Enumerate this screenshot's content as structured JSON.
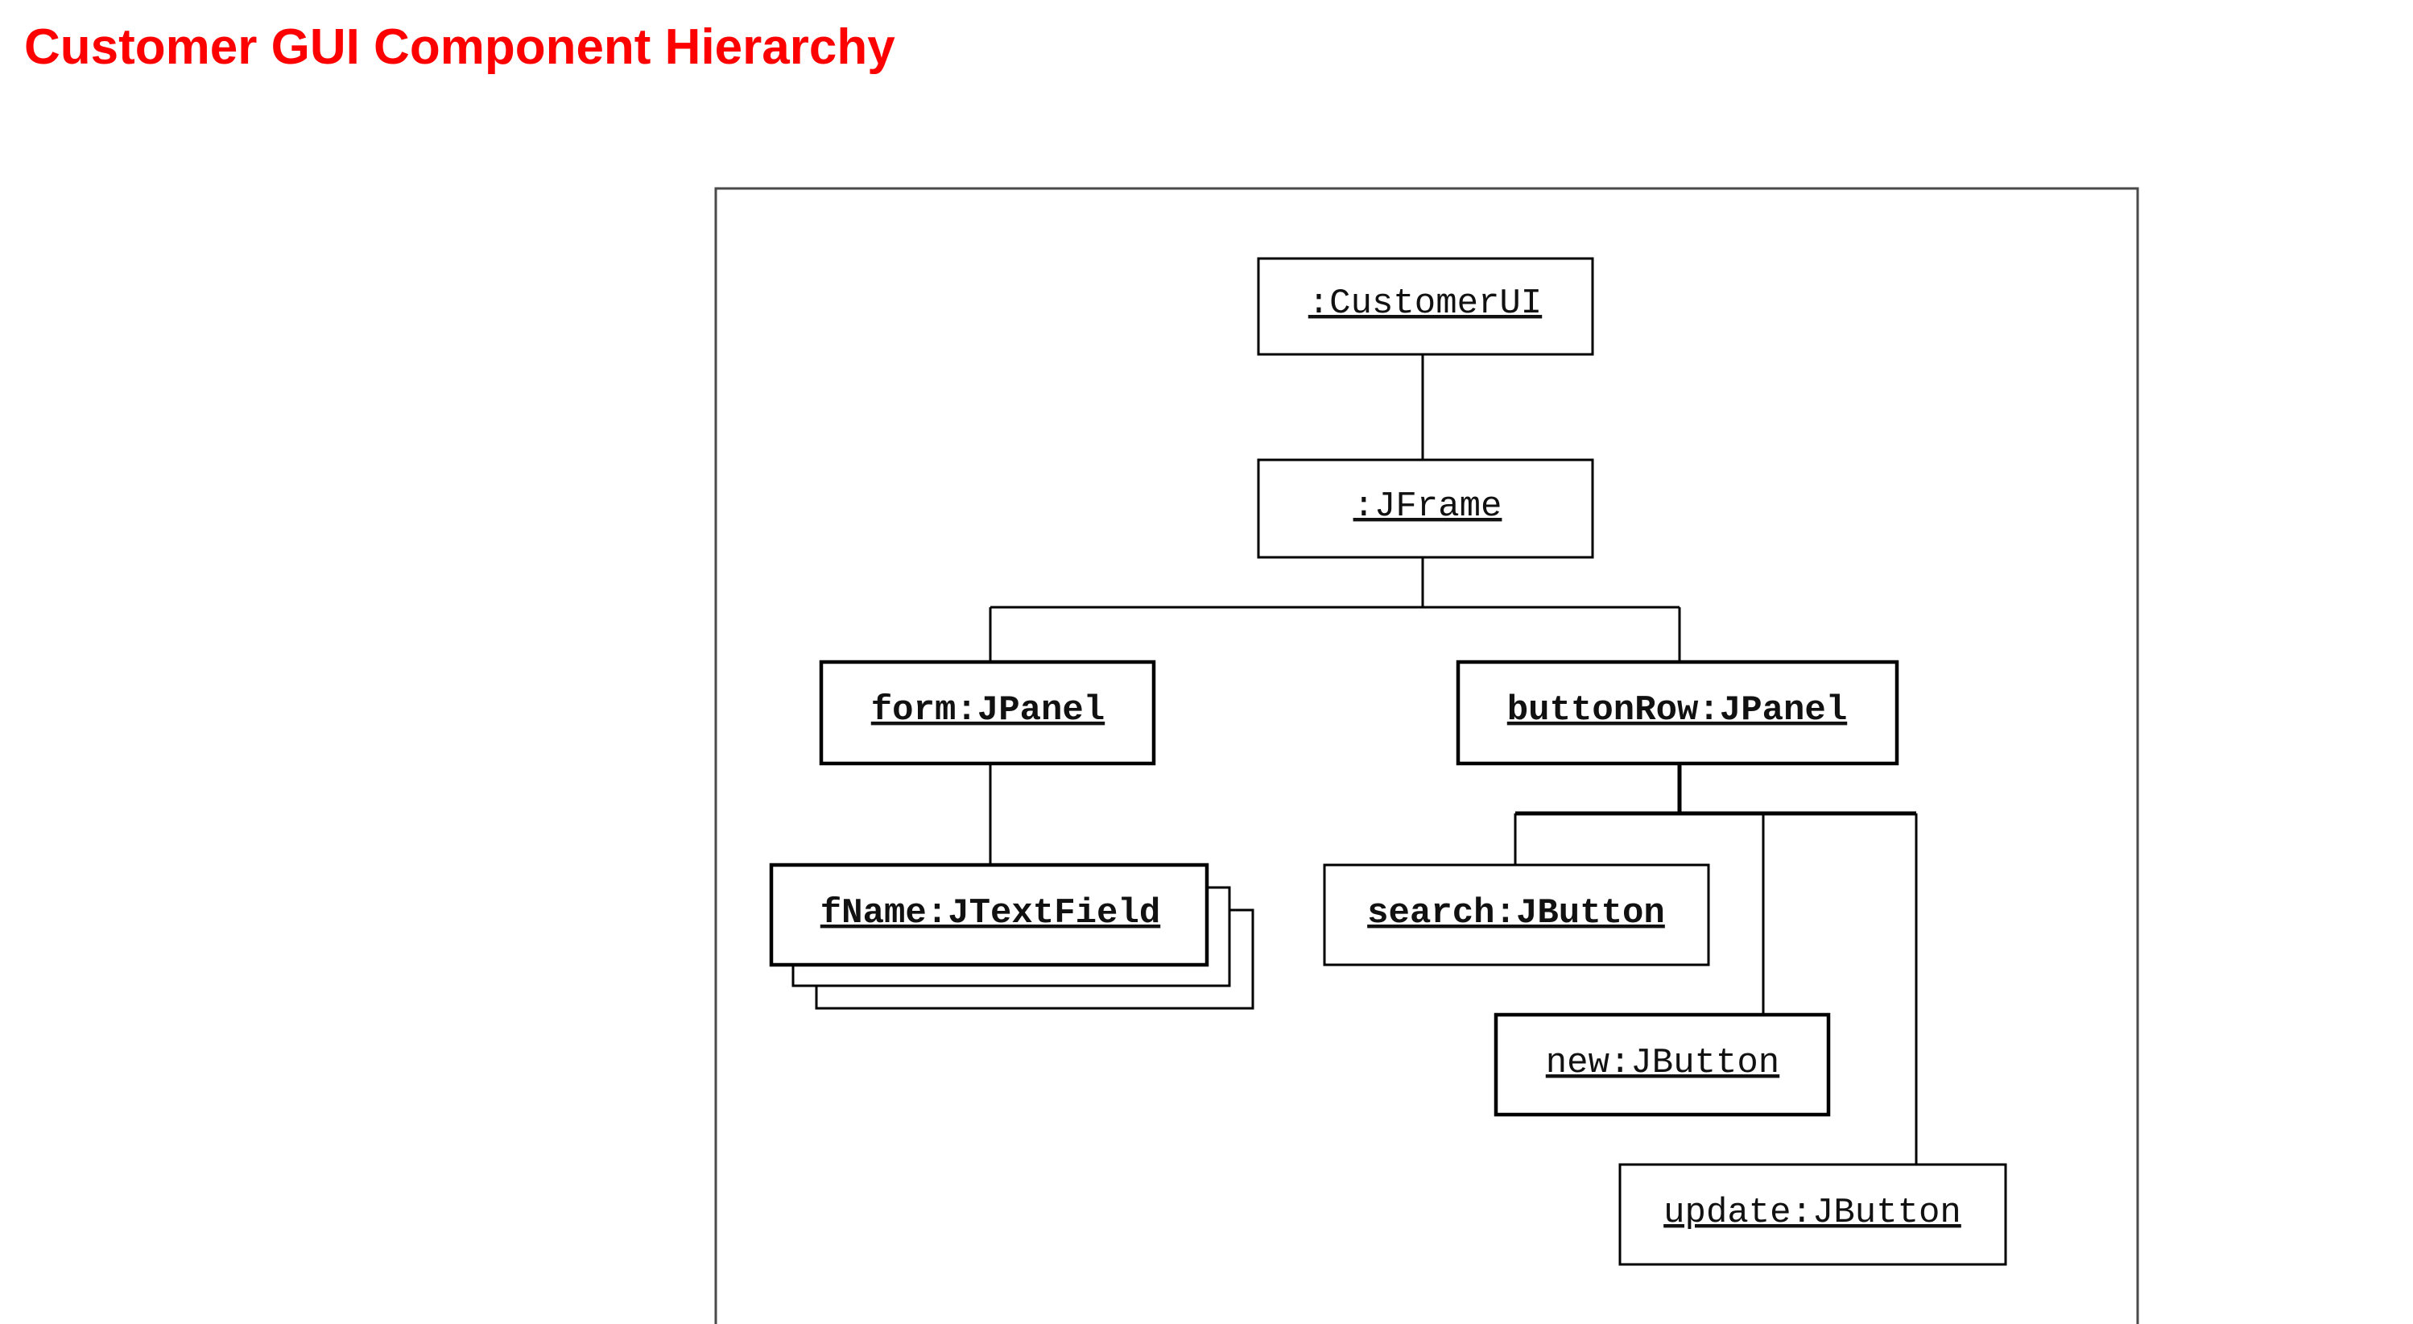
{
  "title": "Customer GUI Component Hierarchy",
  "colors": {
    "title": "#ff0000",
    "lines": "#000000",
    "frame": "#4a4a4a"
  },
  "nodes": {
    "customer_ui": ":CustomerUI",
    "jframe": ":JFrame",
    "form_panel": "form:JPanel",
    "button_row_panel": "buttonRow:JPanel",
    "fname_field": "fName:JTextField",
    "search_button": "search:JButton",
    "new_button": "new:JButton",
    "update_button": "update:JButton"
  }
}
